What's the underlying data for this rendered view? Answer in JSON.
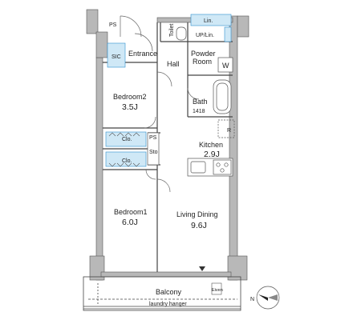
{
  "labels": {
    "ps": "PS",
    "toilet": "Toilet",
    "lin": "Lin.",
    "up_lin": "UP/Lin.",
    "sic": "SIC",
    "entrance": "Entrance",
    "hall": "Hall",
    "powder": "Powder",
    "room": "Room",
    "w": "W",
    "bath": "Bath",
    "bath_size": "1418",
    "bedroom2": "Bedroom2",
    "bedroom2_size": "3.5J",
    "r": "R",
    "kitchen": "Kitchen",
    "kitchen_size": "2.9J",
    "clo1": "Clo.",
    "clo2": "Clo.",
    "ps2": "PS",
    "sto": "Sto",
    "bedroom1": "Bedroom1",
    "bedroom1_size": "6.0J",
    "living": "Living Dining",
    "living_size": "9.6J",
    "balcony": "Balcony",
    "laundry": "laundry hanger",
    "eiven": "Eiven",
    "north": "N"
  },
  "colors": {
    "wall": "#b8b8b8",
    "line": "#444444",
    "closet": "#cfe8f6",
    "accent": "#2f8fd0"
  }
}
